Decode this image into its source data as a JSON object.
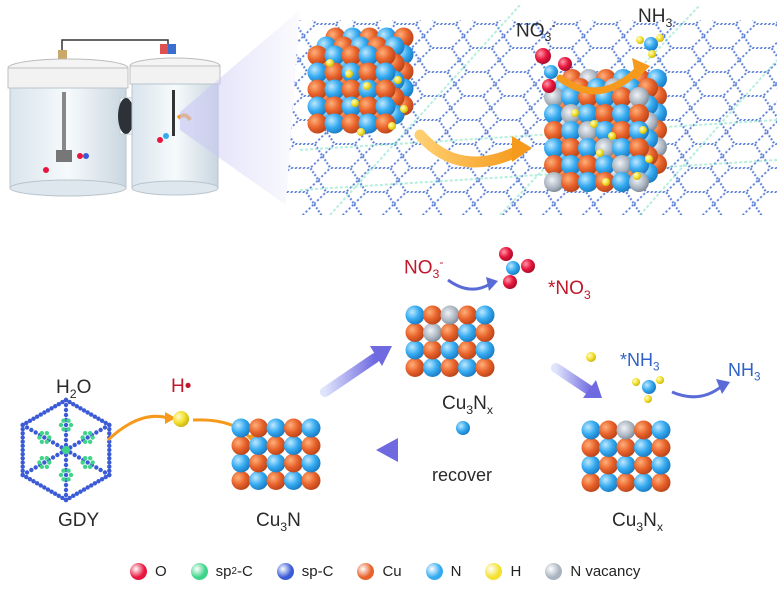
{
  "top": {
    "no3_label": {
      "base": "NO",
      "sub": "3",
      "sup": "-"
    },
    "nh3_label": {
      "base": "NH",
      "sub": "3"
    }
  },
  "cycle": {
    "h2o": {
      "base": "H",
      "sub": "2",
      "tail": "O"
    },
    "h_radical": "H•",
    "gdy": "GDY",
    "cu3n": {
      "base": "Cu",
      "sub": "3",
      "tail": "N"
    },
    "cu3nx_center": {
      "base": "Cu",
      "sub": "3",
      "tail": "N",
      "sub2": "x"
    },
    "cu3nx_right": {
      "base": "Cu",
      "sub": "3",
      "tail": "N",
      "sub2": "x"
    },
    "no3_minus": {
      "base": "NO",
      "sub": "3",
      "sup": "-"
    },
    "ads_no3": {
      "base": "*NO",
      "sub": "3"
    },
    "ads_nh3": {
      "base": "*NH",
      "sub": "3"
    },
    "nh3": {
      "base": "NH",
      "sub": "3"
    },
    "recover": "recover"
  },
  "legend": [
    {
      "label": "O",
      "color": "#e8163e",
      "icon": "oxygen-atom"
    },
    {
      "label": "sp",
      "sup": "2",
      "tail": "-C",
      "color": "#3fd48a",
      "icon": "sp2-carbon-atom"
    },
    {
      "label": "sp-C",
      "color": "#3b5bd6",
      "icon": "sp-carbon-atom"
    },
    {
      "label": "Cu",
      "color": "#e8622a",
      "icon": "copper-atom"
    },
    {
      "label": "N",
      "color": "#34aaf0",
      "icon": "nitrogen-atom"
    },
    {
      "label": "H",
      "color": "#f3e12e",
      "icon": "hydrogen-atom"
    },
    {
      "label": "N vacancy",
      "color": "#a9b4c0",
      "icon": "nitrogen-vacancy"
    }
  ]
}
